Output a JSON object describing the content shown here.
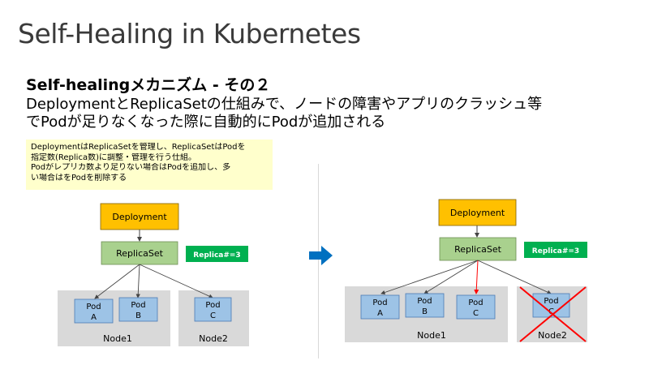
{
  "slide": {
    "title": "Self-Healing in Kubernetes",
    "subtitle": "Self-healingメカニズム - その２",
    "description_lines": [
      "DeploymentとReplicaSetの仕組みで、ノードの障害やアプリのクラッシュ等",
      "でPodが足りなくなった際に自動的にPodが追加される"
    ],
    "note_lines": [
      "DeploymentはReplicaSetを管理し、ReplicaSetはPodを",
      "指定数(Replica数)に調整・管理を行う仕組。",
      "Podがレプリカ数より足りない場合はPodを追加し、多",
      "い場合はをPodを削除する"
    ]
  },
  "before": {
    "deployment": "Deployment",
    "replicaset": "ReplicaSet",
    "replica_badge": "Replica#=3",
    "node1": {
      "label": "Node1",
      "pods": [
        [
          "Pod",
          "A"
        ],
        [
          "Pod",
          "B"
        ]
      ]
    },
    "node2": {
      "label": "Node2",
      "pods": [
        [
          "Pod",
          "C"
        ]
      ]
    }
  },
  "after": {
    "deployment": "Deployment",
    "replicaset": "ReplicaSet",
    "replica_badge": "Replica#=3",
    "node1": {
      "label": "Node1",
      "pods": [
        [
          "Pod",
          "A"
        ],
        [
          "Pod",
          "B"
        ],
        [
          "Pod",
          "C"
        ]
      ]
    },
    "node2": {
      "label": "Node2",
      "pods": [
        [
          "Pod",
          "C"
        ]
      ],
      "failed": true
    }
  },
  "colors": {
    "deployment_fill": "#ffc000",
    "replicaset_fill": "#a9d18e",
    "pod_fill": "#9dc3e6",
    "node_fill": "#d9d9d9",
    "badge_fill": "#00b050",
    "new_link": "#ff0000",
    "failure_mark": "#ff0000",
    "arrow": "#0070c0"
  }
}
